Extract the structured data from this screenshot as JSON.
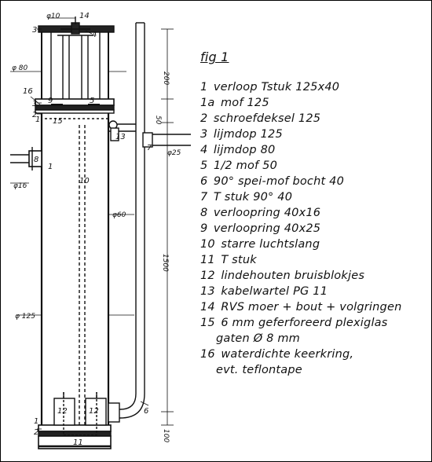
{
  "figure": {
    "title": "fig 1",
    "legend": [
      {
        "num": "1",
        "text": "verloop Tstuk 125x40"
      },
      {
        "num": "1a",
        "text": "mof 125"
      },
      {
        "num": "2",
        "text": "schroefdeksel 125"
      },
      {
        "num": "3",
        "text": "lijmdop 125"
      },
      {
        "num": "4",
        "text": "lijmdop 80"
      },
      {
        "num": "5",
        "text": "1/2 mof 50"
      },
      {
        "num": "6",
        "text": "90° spei-mof bocht 40"
      },
      {
        "num": "7",
        "text": "T stuk 90° 40"
      },
      {
        "num": "8",
        "text": "verloopring 40x16"
      },
      {
        "num": "9",
        "text": "verloopring 40x25"
      },
      {
        "num": "10",
        "text": "starre luchtslang"
      },
      {
        "num": "11",
        "text": "T stuk"
      },
      {
        "num": "12",
        "text": "lindehouten bruisblokjes"
      },
      {
        "num": "13",
        "text": "kabelwartel PG 11"
      },
      {
        "num": "14",
        "text": "RVS moer + bout + volgringen"
      },
      {
        "num": "15",
        "text": "6 mm geferforeerd plexiglas",
        "cont": "gaten Ø 8 mm"
      },
      {
        "num": "16",
        "text": "waterdichte keerkring,",
        "cont": "evt. teflontape"
      }
    ]
  },
  "drawing": {
    "dimensions": {
      "phi10": "φ10",
      "phi80": "φ 80",
      "phi16": "φ16",
      "phi60": "φ60",
      "phi125": "φ 125",
      "phi25": "φ25",
      "d200": "200",
      "d50": "50",
      "d1500": "1500",
      "d100": "100"
    },
    "callouts": {
      "c1_top": "1",
      "c1_left": "1",
      "c1_bottom": "1",
      "c2_top": "2",
      "c2_bottom": "2",
      "c3_top": "3",
      "c3_mid": "3",
      "c4": "4",
      "c5": "5",
      "c6": "6",
      "c7": "7",
      "c8": "8",
      "c9": "9",
      "c10": "10",
      "c11": "11",
      "c12a": "12",
      "c12b": "12",
      "c13": "13",
      "c14": "14",
      "c15": "15",
      "c16": "16"
    }
  }
}
